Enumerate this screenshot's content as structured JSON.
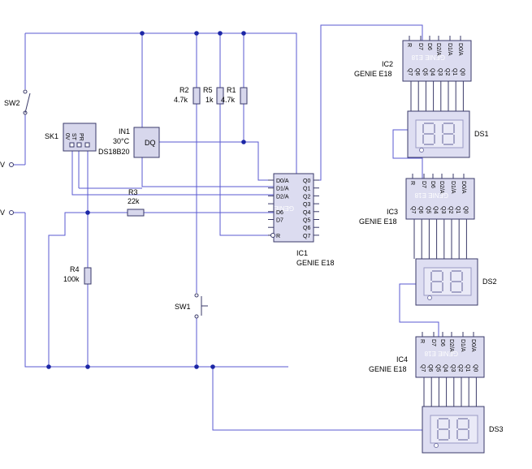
{
  "terminals": [
    {
      "label": "V"
    },
    {
      "label": "V"
    }
  ],
  "components": {
    "sw2": {
      "ref": "SW2"
    },
    "sw1": {
      "ref": "SW1"
    },
    "sk1": {
      "ref": "SK1",
      "pins": [
        "0V",
        "ST",
        "PR"
      ]
    },
    "in1": {
      "ref": "IN1",
      "value": "30°C",
      "part": "DS18B20",
      "pin": "DQ"
    },
    "r2": {
      "ref": "R2",
      "value": "4.7k"
    },
    "r5": {
      "ref": "R5",
      "value": "1k"
    },
    "r1": {
      "ref": "R1",
      "value": "4.7k"
    },
    "r3": {
      "ref": "R3",
      "value": "22k"
    },
    "r4": {
      "ref": "R4",
      "value": "100k"
    },
    "ic1": {
      "ref": "IC1",
      "part": "GENIE E18",
      "watermark": "GENIE E18",
      "left_pins": [
        "D0/A",
        "D1/A",
        "D2/A",
        "",
        "D6",
        "D7",
        "",
        "R"
      ],
      "right_pins": [
        "Q0",
        "Q1",
        "Q2",
        "Q3",
        "Q4",
        "Q5",
        "Q6",
        "Q7"
      ]
    },
    "drivers": [
      {
        "ref": "IC2",
        "part": "GENIE E18"
      },
      {
        "ref": "IC3",
        "part": "GENIE E18"
      },
      {
        "ref": "IC4",
        "part": "GENIE E18"
      }
    ],
    "driver_pins_top": [
      "R",
      "D7",
      "D6",
      "D2/A",
      "D1/A",
      "D0/A"
    ],
    "driver_pins_bottom": [
      "Q7",
      "Q6",
      "Q5",
      "Q4",
      "Q3",
      "Q2",
      "Q1",
      "Q0"
    ],
    "driver_watermark": "GENIE E18",
    "displays": [
      {
        "ref": "DS1"
      },
      {
        "ref": "DS2"
      },
      {
        "ref": "DS3"
      }
    ]
  }
}
